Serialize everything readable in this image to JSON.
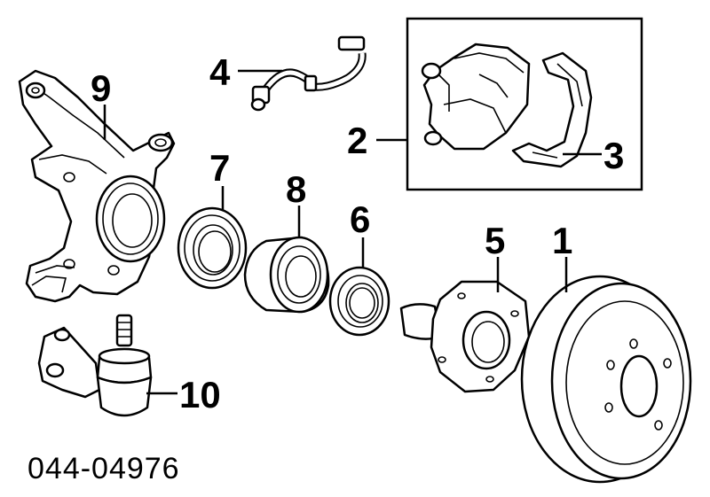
{
  "diagram": {
    "part_code": "044-04976",
    "callouts": [
      {
        "id": "1"
      },
      {
        "id": "2"
      },
      {
        "id": "3"
      },
      {
        "id": "4"
      },
      {
        "id": "5"
      },
      {
        "id": "6"
      },
      {
        "id": "7"
      },
      {
        "id": "8"
      },
      {
        "id": "9"
      },
      {
        "id": "10"
      }
    ]
  }
}
